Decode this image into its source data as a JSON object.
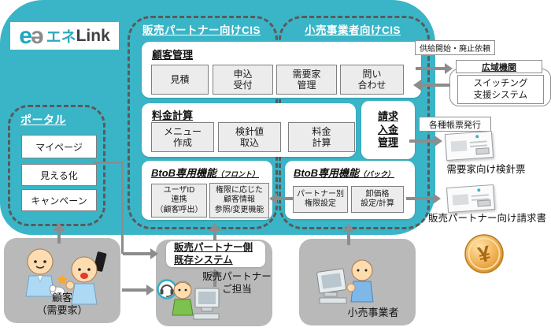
{
  "logo": {
    "mark1": "e",
    "mark2": "ə",
    "name_jp": "エネ",
    "name_en": "Link"
  },
  "cis_partner": {
    "title": "販売パートナー向けCIS"
  },
  "cis_retail": {
    "title": "小売事業者向けCIS"
  },
  "customer_mgmt": {
    "title": "顧客管理",
    "items": [
      "見積",
      "申込\n受付",
      "需要家\n管理",
      "問い\n合わせ"
    ]
  },
  "billing_calc": {
    "title": "料金計算",
    "items": [
      "メニュー\n作成",
      "検針値\n取込",
      "料金\n計算"
    ]
  },
  "invoice_mgmt": {
    "title": "請求\n入金\n管理"
  },
  "btob_front": {
    "title": "BtoB専用機能",
    "suffix": "（フロント）",
    "items": [
      "ユーザID\n連携\n（顧客呼出）",
      "権限に応じた\n顧客情報\n参照/変更機能"
    ]
  },
  "btob_back": {
    "title": "BtoB専用機能",
    "suffix": "（バック）",
    "items": [
      "パートナー別\n権限設定",
      "卸価格\n設定/計算"
    ]
  },
  "portal": {
    "title": "ポータル",
    "items": [
      "マイページ",
      "見える化",
      "キャンペーン"
    ]
  },
  "right_panel": {
    "supply_label": "供給開始・廃止依頼",
    "okios_title": "広域機関",
    "okios_system": "スイッチング\n支援システム",
    "forms_label": "各種帳票発行",
    "doc1_label": "需要家向け検針票",
    "doc2_label": "販売パートナー向け請求書",
    "coin_symbol": "¥"
  },
  "bottom": {
    "customer_label": "顧客\n（需要家）",
    "partner_system": "販売パートナー側\n既存システム",
    "partner_staff": "販売パートナー\nご担当",
    "retailer_label": "小売事業者"
  },
  "colors": {
    "teal": "#3ab5c7",
    "dash": "#5a5a5a",
    "arrow": "#8c8c8c",
    "gray_box": "#b9b9b9",
    "cell_fill": "#ececec",
    "gold": "#e8a33d"
  }
}
